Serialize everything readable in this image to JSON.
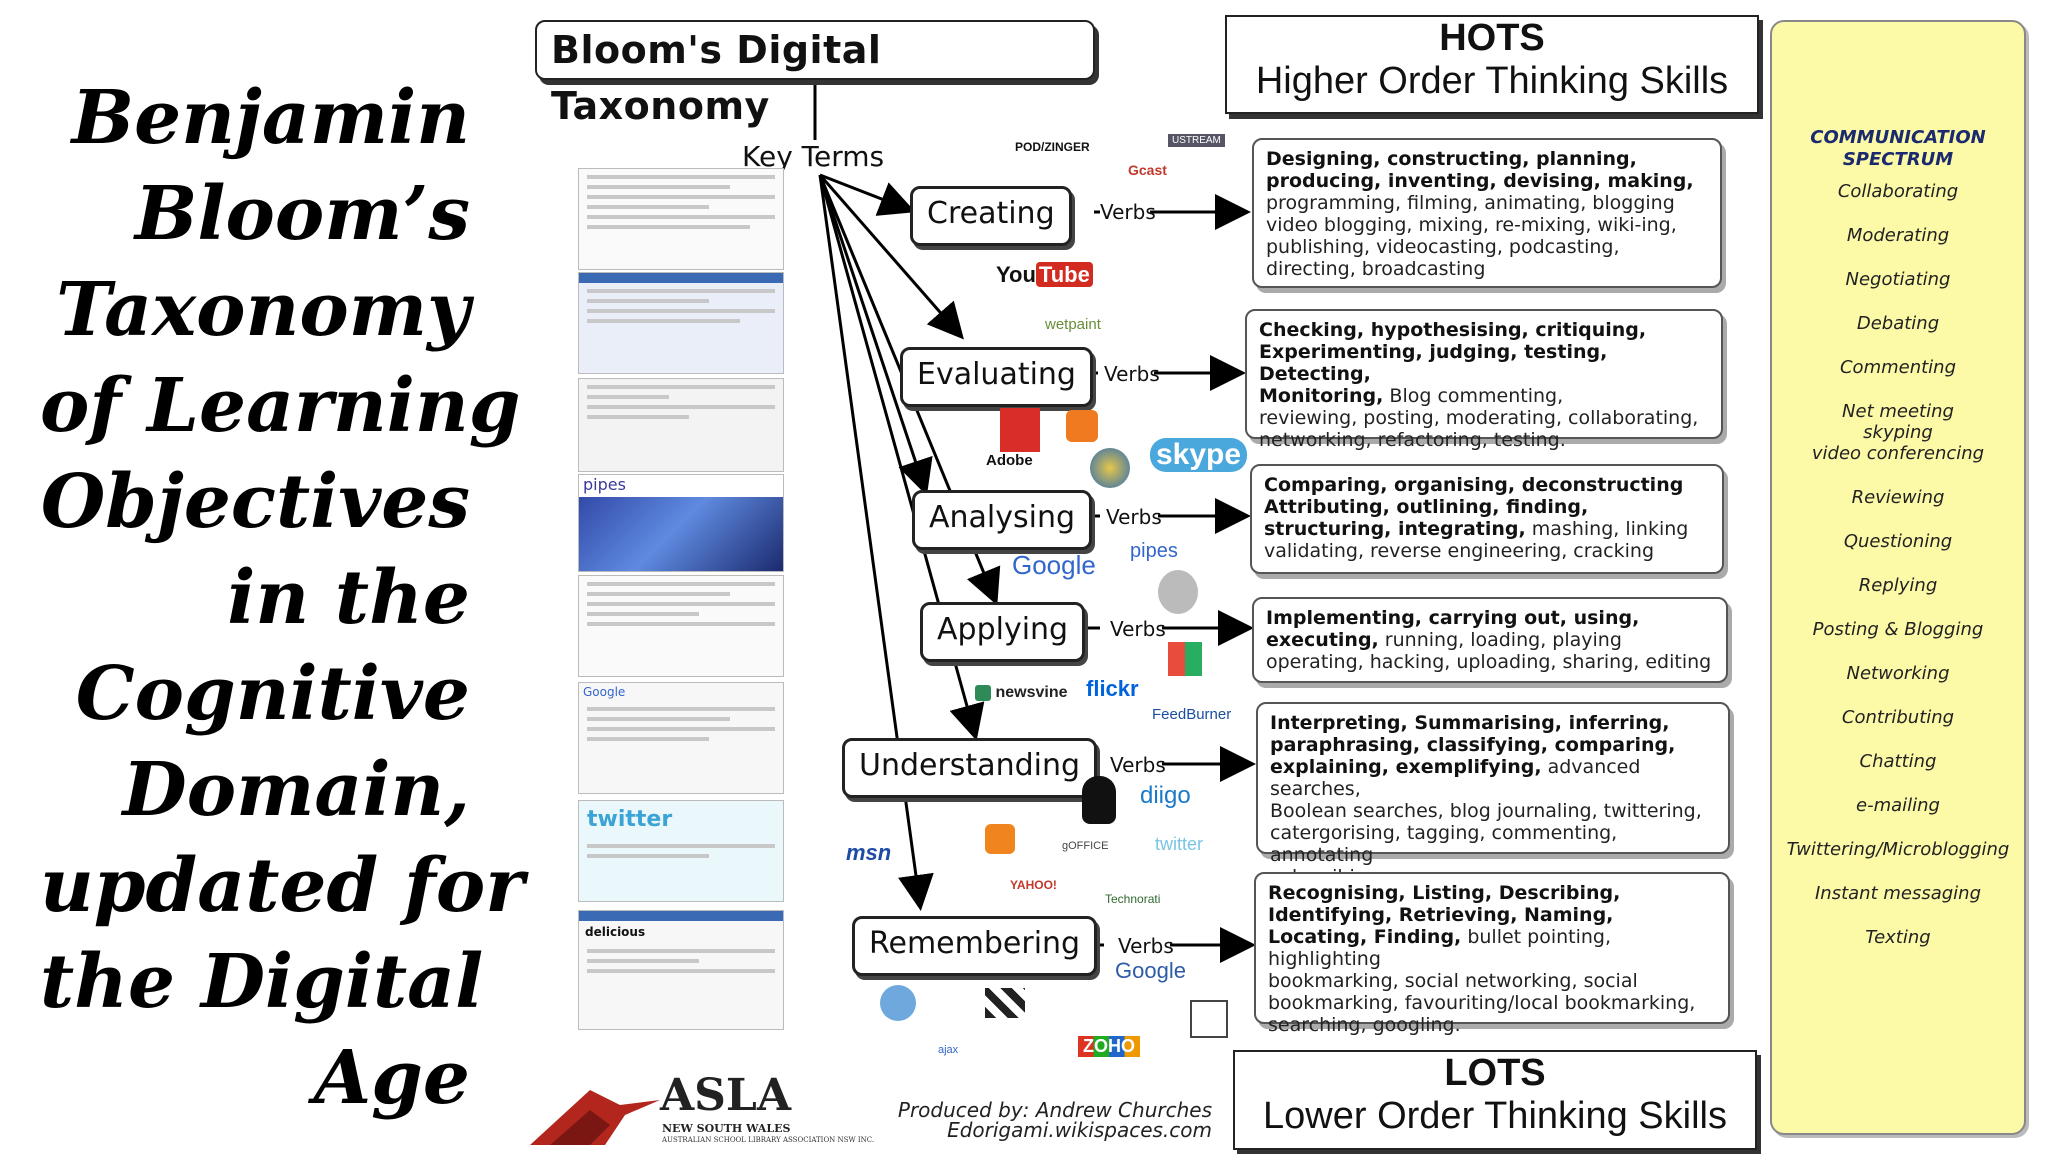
{
  "left_title": [
    "Benjamin",
    "Bloom’s",
    "Taxonomy",
    "of Learning",
    "Objectives",
    "in the",
    "Cognitive",
    "Domain,",
    "updated for",
    "the Digital",
    "Age"
  ],
  "diagram_title": "Bloom's Digital Taxonomy",
  "key_terms": "Key Terms",
  "hots": {
    "head": "HOTS",
    "sub": "Higher Order Thinking Skills"
  },
  "lots": {
    "head": "LOTS",
    "sub": "Lower Order Thinking Skills"
  },
  "verbs_label": "Verbs",
  "levels": [
    {
      "name": "Creating",
      "bold": [
        "Designing, constructing, planning,",
        "producing, inventing, devising, making,"
      ],
      "normal": [
        "programming, filming, animating, blogging",
        "video blogging, mixing, re-mixing, wiki-ing,",
        "publishing, videocasting, podcasting,",
        "directing, broadcasting"
      ]
    },
    {
      "name": "Evaluating",
      "bold": [
        "Checking, hypothesising, critiquing,",
        "Experimenting, judging, testing, Detecting,",
        "Monitoring,"
      ],
      "normal": [
        " Blog commenting,",
        "reviewing, posting, moderating, collaborating,",
        "networking, refactoring, testing."
      ]
    },
    {
      "name": "Analysing",
      "bold": [
        "Comparing, organising, deconstructing",
        "Attributing, outlining, finding,",
        "structuring, integrating,"
      ],
      "normal": [
        " mashing, linking",
        "validating, reverse engineering, cracking"
      ]
    },
    {
      "name": "Applying",
      "bold": [
        "Implementing, carrying out, using,",
        "executing,"
      ],
      "normal": [
        " running, loading, playing",
        "operating, hacking, uploading, sharing, editing"
      ]
    },
    {
      "name": "Understanding",
      "bold": [
        "Interpreting, Summarising, inferring,",
        "paraphrasing, classifying, comparing,",
        "explaining, exemplifying,"
      ],
      "normal": [
        " advanced searches,",
        "Boolean searches, blog journaling, twittering,",
        "catergorising, tagging, commenting, annotating",
        "subscribing."
      ]
    },
    {
      "name": "Remembering",
      "bold": [
        "Recognising, Listing, Describing,",
        "Identifying, Retrieving, Naming,",
        "Locating, Finding,"
      ],
      "normal": [
        " bullet pointing, highlighting",
        "bookmarking, social networking, social",
        "bookmarking, favouriting/local bookmarking,",
        "searching, googling."
      ]
    }
  ],
  "communication": {
    "head": [
      "COMMUNICATION",
      "SPECTRUM"
    ],
    "items": [
      "Collaborating",
      "Moderating",
      "Negotiating",
      "Debating",
      "Commenting",
      "Net meeting\nskyping\nvideo conferencing",
      "Reviewing",
      "Questioning",
      "Replying",
      "Posting & Blogging",
      "Networking",
      "Contributing",
      "Chatting",
      "e-mailing",
      "Twittering/Microblogging",
      "Instant messaging",
      "Texting"
    ]
  },
  "logos": {
    "podzinger": "POD/ZINGER",
    "ustream": "USTREAM",
    "gcast": "Gcast",
    "youtube_you": "You",
    "youtube_tube": "Tube",
    "wetpaint": "wetpaint",
    "adobe": "Adobe",
    "skype": "skype",
    "google": "Google",
    "pipes": "pipes",
    "newsvine": "newsvine",
    "flickr": "flickr",
    "feedburner": "FeedBurner",
    "diigo": "diigo",
    "msn": "msn",
    "twitter": "twitter",
    "yahoo": "YAHOO!",
    "technorati": "Technorati",
    "zoho": "ZOHO",
    "ajax": "ajax",
    "goffice": "gOFFICE",
    "pipes_shot": "pipes",
    "twitter_shot": "twitter",
    "delicious_shot": "delicious",
    "google_shot": "Google"
  },
  "asla": {
    "title": "ASLA",
    "sub": "NEW SOUTH WALES",
    "sub2": "AUSTRALIAN SCHOOL LIBRARY ASSOCIATION NSW INC."
  },
  "produced": [
    "Produced by: Andrew Churches",
    "Edorigami.wikispaces.com"
  ],
  "colors": {
    "comm_bg": "#fcf9a7",
    "comm_head": "#1b2a6e",
    "asla_red": "#b3261e"
  }
}
